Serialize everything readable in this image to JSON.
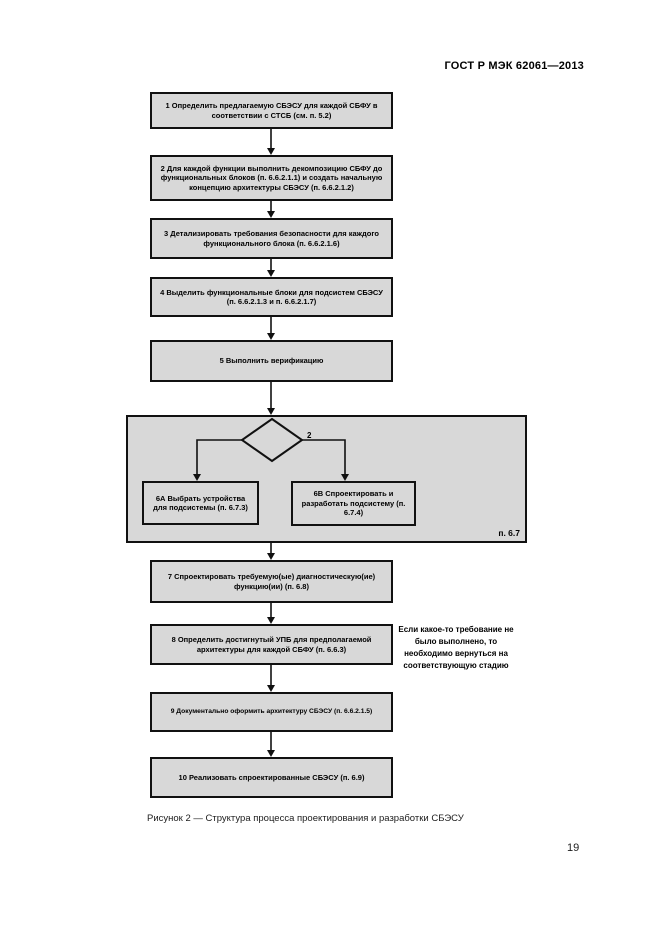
{
  "header": {
    "title": "ГОСТ Р МЭК 62061—2013"
  },
  "flowchart": {
    "steps": [
      {
        "text": "1 Определить предлагаемую СБЭСУ для каждой СБФУ в соответствии с СТСБ (см. п. 5.2)"
      },
      {
        "text": "2 Для каждой функции выполнить декомпозицию СБФУ до функциональных блоков (п. 6.6.2.1.1) и создать начальную концепцию архитектуры СБЭСУ (п. 6.6.2.1.2)"
      },
      {
        "text": "3 Детализировать требования безопасности для каждого функционального блока (п. 6.6.2.1.6)"
      },
      {
        "text": "4 Выделить функциональные блоки для подсистем СБЭСУ (п. 6.6.2.1.3 и п. 6.6.2.1.7)"
      },
      {
        "text": "5 Выполнить верификацию"
      },
      {
        "text": "7 Спроектировать требуемую(ые) диагностическую(ие) функцию(ии) (п. 6.8)"
      },
      {
        "text": "8 Определить достигнутый УПБ для предполагаемой архитектуры для каждой СБФУ (п. 6.6.3)"
      },
      {
        "text": "9 Документально оформить архитектуру СБЭСУ (п. 6.6.2.1.5)"
      },
      {
        "text": "10 Реализовать спроектированные СБЭСУ (п. 6.9)"
      }
    ],
    "decision": {
      "label": "2"
    },
    "subsystem_group": {
      "box_a": "6А Выбрать устройства для подсистемы (п. 6.7.3)",
      "box_b": "6В Спроектировать и разработать подсистему (п. 6.7.4)",
      "clause_label": "п. 6.7"
    },
    "note": "Если какое-то требование не было выполнено, то необходимо вернуться на соответствующую стадию"
  },
  "caption": "Рисунок 2 — Структура процесса проектирования и разработки СБЭСУ",
  "page_number": "19",
  "colors": {
    "box_fill": "#d8d8d8",
    "line": "#111111"
  }
}
